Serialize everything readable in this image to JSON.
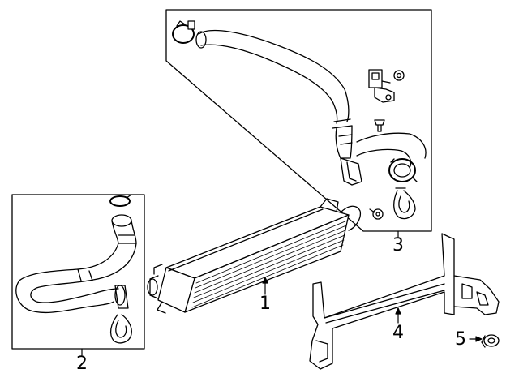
{
  "callouts": {
    "part_1": "1",
    "part_2": "2",
    "part_3": "3",
    "part_4": "4",
    "part_5": "5"
  }
}
